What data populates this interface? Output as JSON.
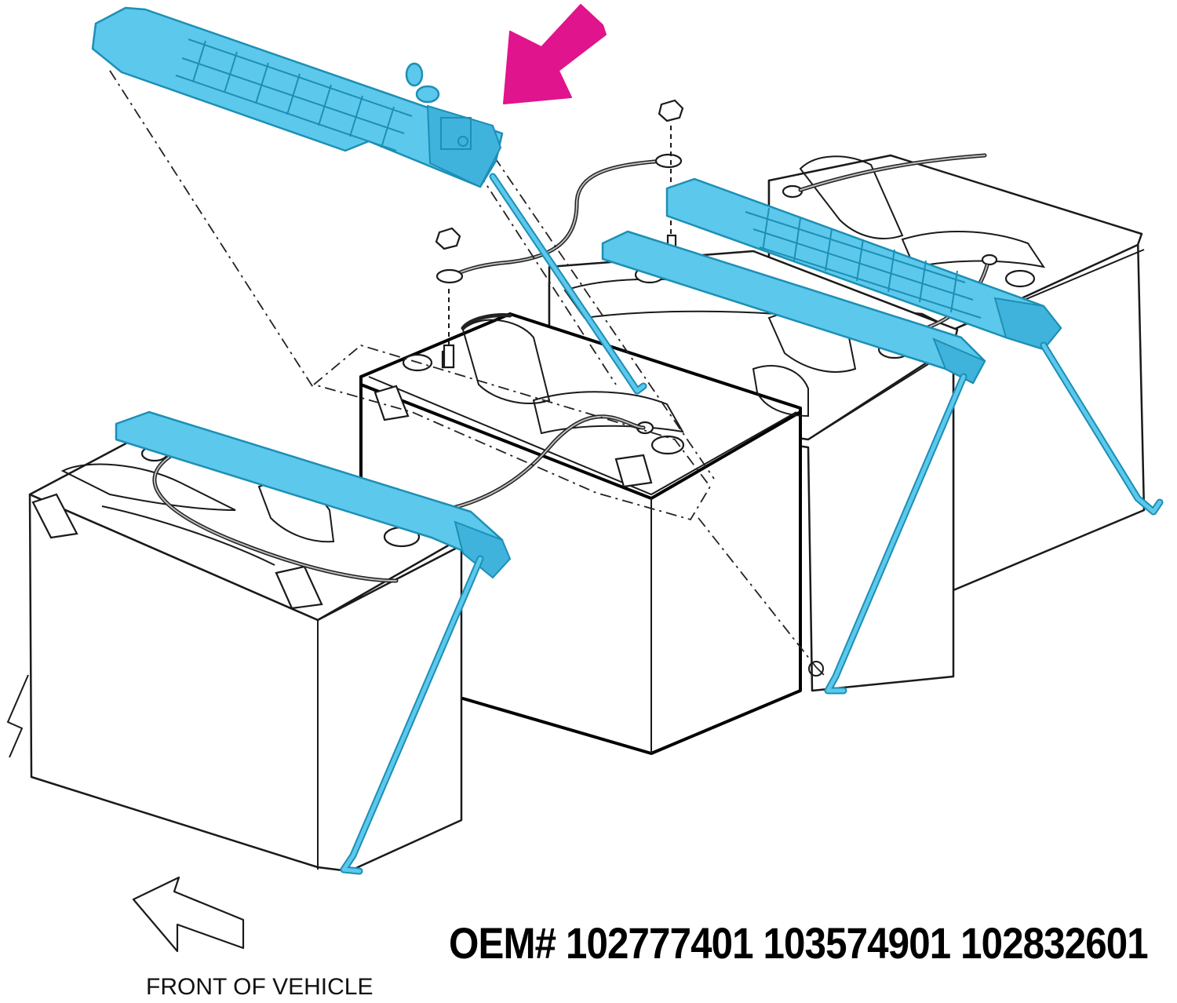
{
  "labels": {
    "oem_numbers": "OEM# 102777401 103574901 102832601",
    "front_direction": "FRONT OF VEHICLE"
  },
  "colors": {
    "hold_down_highlight": "#5cc8ec",
    "hold_down_stroke": "#1d8fb5",
    "callout_arrow": "#e0148c",
    "line_art": "#1a1a1a",
    "background": "#ffffff"
  },
  "icons": {
    "callout": "magenta-pointer-arrow",
    "direction": "outline-left-arrow"
  }
}
